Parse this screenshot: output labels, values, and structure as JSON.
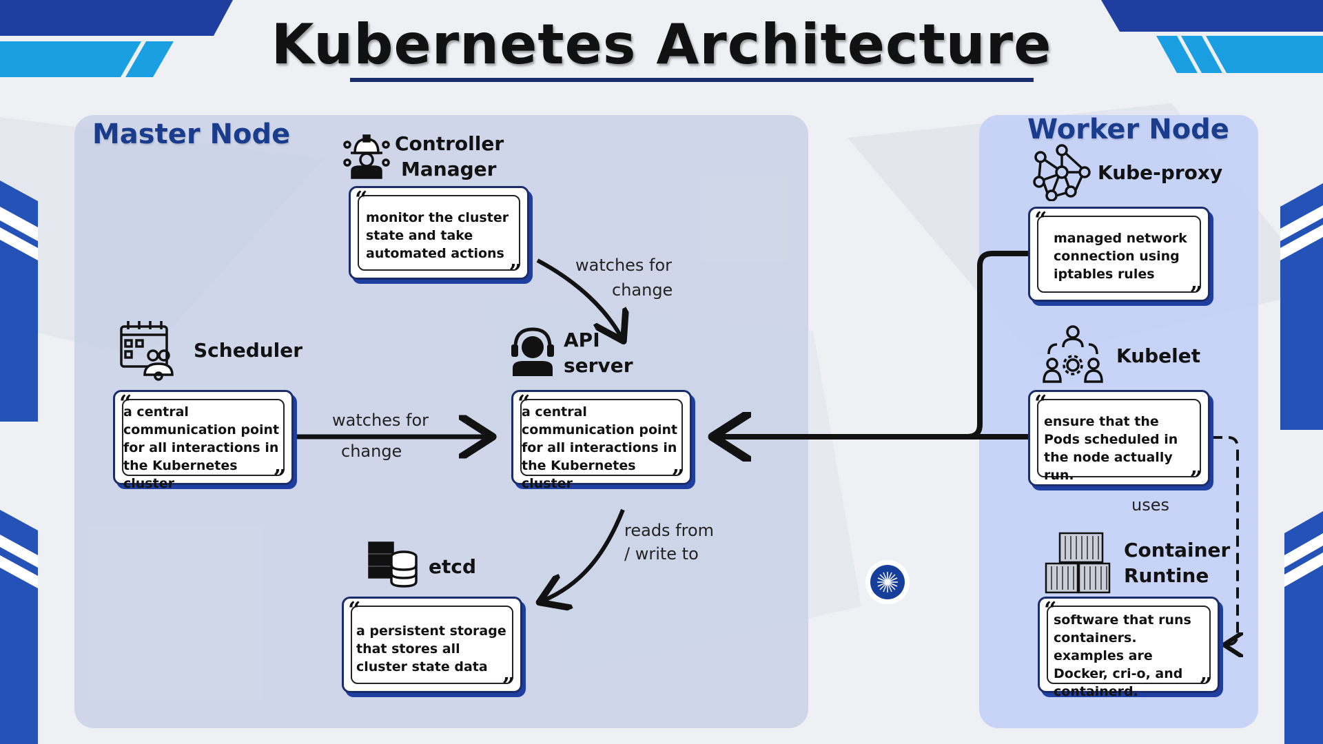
{
  "title": "Kubernetes Architecture",
  "master": {
    "title": "Master Node",
    "controller_manager": {
      "label_line1": "Controller",
      "label_line2": "Manager",
      "description": "monitor the cluster state and take automated actions"
    },
    "scheduler": {
      "label": "Scheduler",
      "description": "a central communication point for all interactions in the Kubernetes cluster"
    },
    "api_server": {
      "label_line1": "API",
      "label_line2": "server",
      "description": "a central communication point for all interactions in the Kubernetes cluster"
    },
    "etcd": {
      "label": "etcd",
      "description": "a persistent storage that stores all cluster state data"
    }
  },
  "worker": {
    "title": "Worker Node",
    "kube_proxy": {
      "label": "Kube-proxy",
      "description": "managed network connection using iptables rules"
    },
    "kubelet": {
      "label": "Kubelet",
      "description": "ensure that the Pods scheduled in the node actually run."
    },
    "container_runtime": {
      "label_line1": "Container",
      "label_line2": "Runtine",
      "description": "software that runs containers.  examples are Docker, cri-o, and containerd."
    }
  },
  "edges": {
    "controller_to_api_line1": "watches for",
    "controller_to_api_line2": "change",
    "scheduler_to_api_line1": "watches for",
    "scheduler_to_api_line2": "change",
    "api_to_etcd_line1": "reads from",
    "api_to_etcd_line2": "/ write to",
    "kubelet_to_runtime": "uses"
  },
  "colors": {
    "accent_dark": "#1b2c6b",
    "accent_blue": "#1f3fa0",
    "panel_title": "#1a3c8c",
    "light_blue": "#1aa0e2"
  },
  "icons": {
    "controller_manager": "engineer-gears-icon",
    "scheduler": "calendar-team-icon",
    "api_server": "headset-support-icon",
    "etcd": "database-server-icon",
    "kube_proxy": "network-nodes-icon",
    "kubelet": "team-gear-icon",
    "container_runtime": "shipping-containers-icon",
    "badge": "starburst-badge-icon"
  }
}
